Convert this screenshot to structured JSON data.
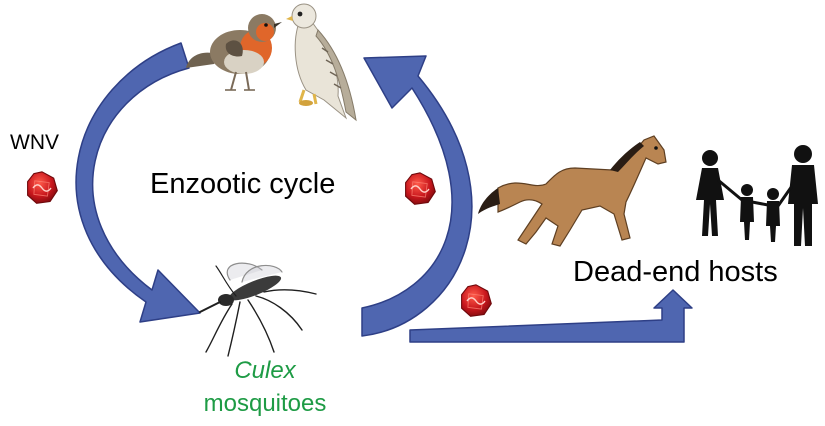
{
  "labels": {
    "virus": "WNV",
    "cycle": "Enzootic cycle",
    "dead_end": "Dead-end hosts",
    "vector_genus": "Culex",
    "vector_type": "mosquitoes"
  },
  "colors": {
    "arrow_fill": "#4f66b0",
    "arrow_stroke": "#2e3f86",
    "virus_red": "#c8171d",
    "label_green": "#1e9b45",
    "robin_breast": "#e0662a",
    "horse_body": "#b98552",
    "silhouette": "#111111"
  },
  "icons": [
    "robin-bird",
    "falcon-bird",
    "mosquito",
    "horse",
    "family-silhouette",
    "virus-particle"
  ]
}
